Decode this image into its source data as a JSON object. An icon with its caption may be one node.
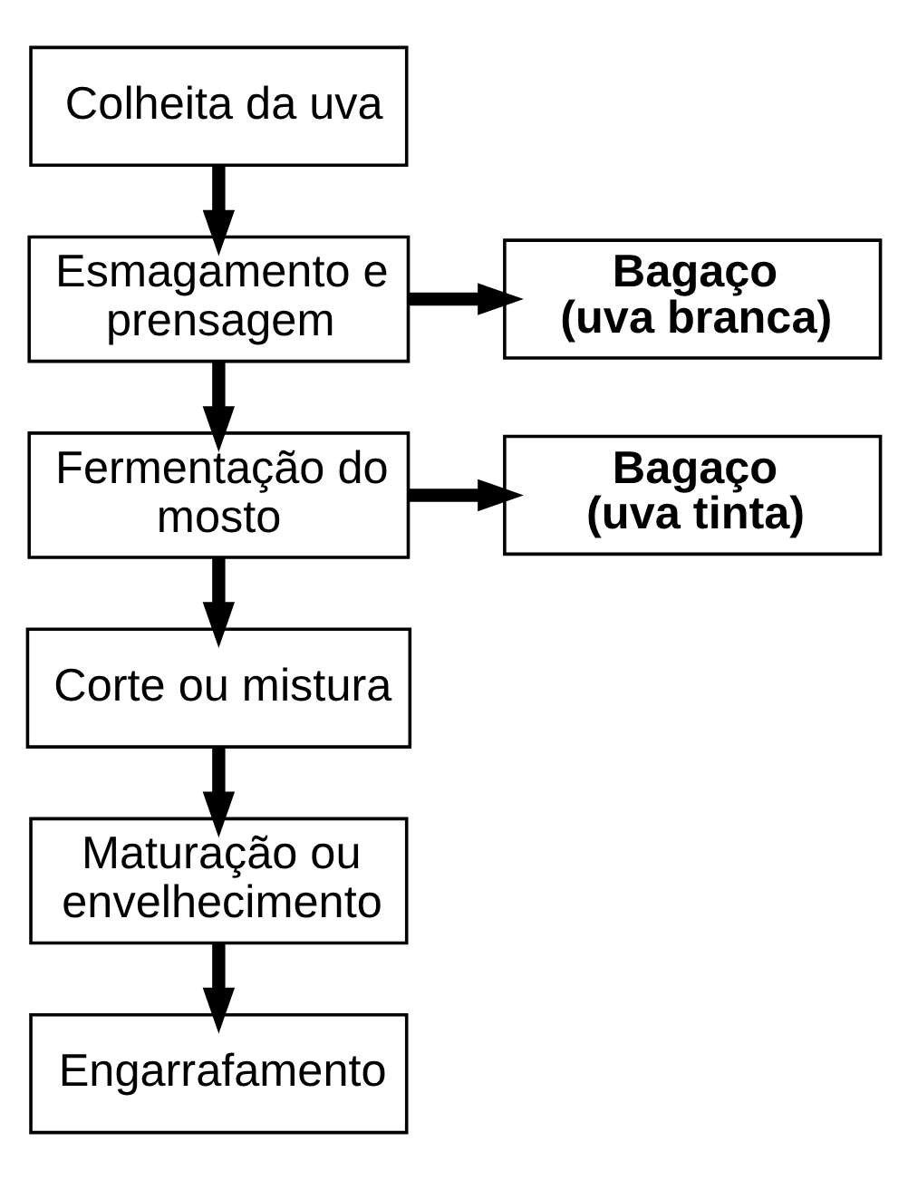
{
  "diagram": {
    "nodes": [
      {
        "text": [
          "Colheita da uva"
        ]
      },
      {
        "text": [
          "Esmagamento e prensagem"
        ]
      },
      {
        "text": [
          "Bagaço (uva branca)"
        ]
      },
      {
        "text": [
          "Fermentação do mosto"
        ]
      },
      {
        "text": [
          "Bagaço (uva tinta)"
        ]
      },
      {
        "text": [
          "Corte ou mistura"
        ]
      },
      {
        "text": [
          "Maturação ou envelhecimento"
        ]
      },
      {
        "text": [
          "Engarrafamento"
        ]
      }
    ],
    "edges": [
      {
        "from": 0,
        "to": 1,
        "arrow": "to"
      },
      {
        "from": 1,
        "to": 2,
        "arrow": "to"
      },
      {
        "from": 1,
        "to": 3,
        "arrow": "to"
      },
      {
        "from": 3,
        "to": 4,
        "arrow": "to"
      },
      {
        "from": 3,
        "to": 5,
        "arrow": "to"
      },
      {
        "from": 5,
        "to": 6,
        "arrow": "to"
      },
      {
        "from": 6,
        "to": 7,
        "arrow": "to"
      }
    ]
  }
}
